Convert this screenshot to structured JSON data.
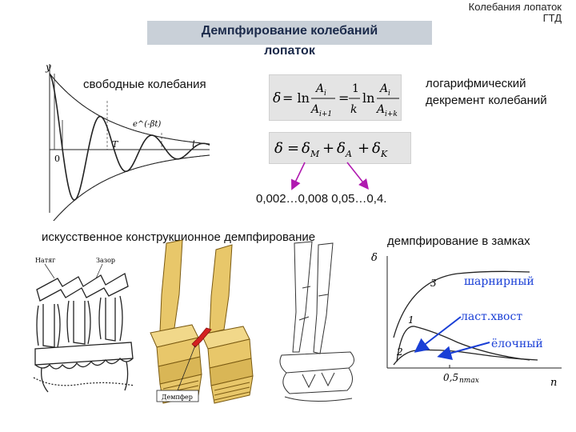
{
  "header": {
    "corner_line1": "Колебания лопаток",
    "corner_line2": "ГТД",
    "title_line1": "Демпфирование колебаний",
    "title_line2": "лопаток"
  },
  "labels": {
    "free_oscillations": "свободные колебания",
    "log_decrement_line1": "логарифмический",
    "log_decrement_line2": "декремент колебаний",
    "ranges": "0,002…0,008 0,05…0,4.",
    "artificial_damping": "искусственное конструкционное демпфирование",
    "lock_damping": "демпфирование в замках"
  },
  "formulas": {
    "log_decrement": "δ = ln(Aᵢ/Aᵢ₊₁) = (1/k)·ln(Aᵢ/Aᵢ₊ₖ)",
    "total_damping": "δ = δM + δA + δK"
  },
  "oscillation_graph": {
    "y_axis": "y",
    "t_axis": "t",
    "origin": "0",
    "T_label": "T",
    "envelope_label": "e^(-βt)",
    "envelope_color": "#222222",
    "curve_color": "#222222"
  },
  "damping_chart": {
    "y_axis": "δ",
    "x_axis": "n",
    "x_tick": "0,5",
    "x_tick_sub": "nmax",
    "curve_labels": [
      "1",
      "2",
      "3"
    ],
    "callouts": [
      "шарнирный",
      "ласт.хвост",
      "ёлочный"
    ],
    "callout_color": "#1a3fd6"
  },
  "drawings": {
    "shroud_label_left": "Натяг",
    "shroud_label_right": "Зазор",
    "damper_label": "Демпфер"
  },
  "colors": {
    "arrow_magenta": "#b01ab0",
    "blade_gold": "#e8c76a",
    "damper_red": "#d42020"
  }
}
